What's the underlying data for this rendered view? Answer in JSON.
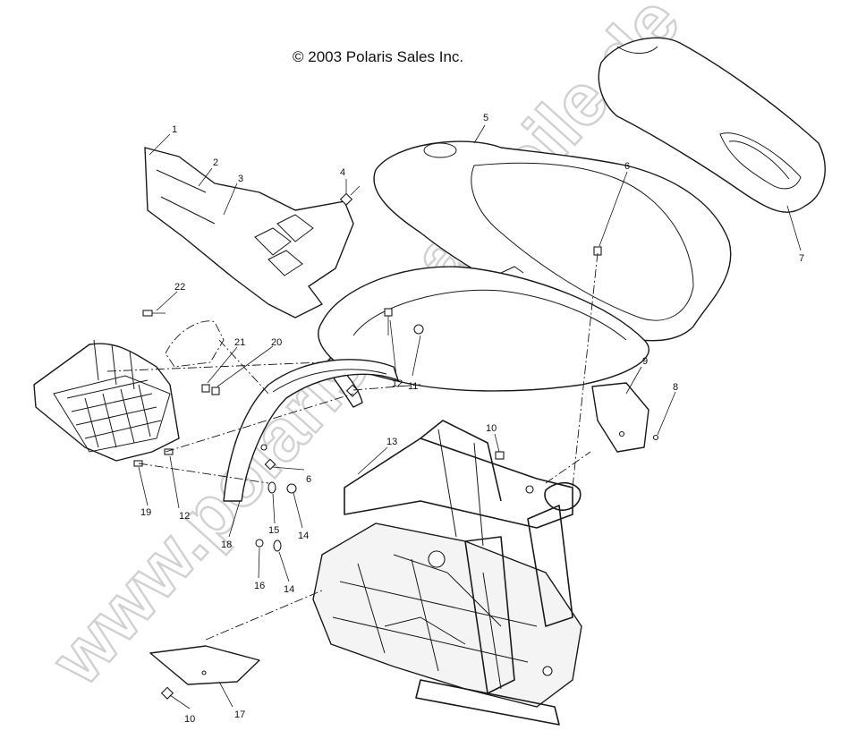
{
  "copyright": "© 2003 Polaris Sales Inc.",
  "watermark": "www.polarisersatzteile.de",
  "callouts": {
    "c1": "1",
    "c2": "2",
    "c3": "3",
    "c4": "4",
    "c5": "5",
    "c6a": "6",
    "c6b": "6",
    "c7": "7",
    "c8": "8",
    "c9": "9",
    "c10a": "10",
    "c10b": "10",
    "c11": "11",
    "c12a": "12",
    "c12b": "12",
    "c13": "13",
    "c14a": "14",
    "c14b": "14",
    "c15": "15",
    "c16": "16",
    "c17": "17",
    "c18": "18",
    "c19": "19",
    "c20": "20",
    "c21": "21",
    "c22": "22"
  }
}
